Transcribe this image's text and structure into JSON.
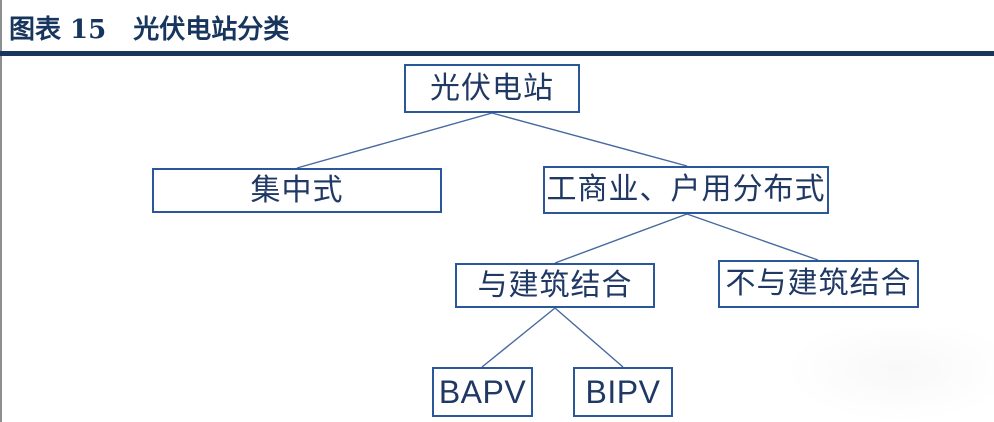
{
  "header": {
    "figure_label": "图表 15",
    "figure_title": "光伏电站分类"
  },
  "nodes": {
    "root": "光伏电站",
    "centralized": "集中式",
    "distributed": "工商业、户用分布式",
    "with_building": "与建筑结合",
    "without_building": "不与建筑结合",
    "bapv": "BAPV",
    "bipv": "BIPV"
  },
  "hierarchy": {
    "光伏电站": [
      "集中式",
      "工商业、户用分布式"
    ],
    "工商业、户用分布式": [
      "与建筑结合",
      "不与建筑结合"
    ],
    "与建筑结合": [
      "BAPV",
      "BIPV"
    ]
  },
  "colors": {
    "title_text": "#17365D",
    "header_rule": "#17375E",
    "box_border": "#2A5799",
    "box_text": "#1F3864",
    "connector_line": "#46699F",
    "page_edge_line": "#6E7375"
  }
}
